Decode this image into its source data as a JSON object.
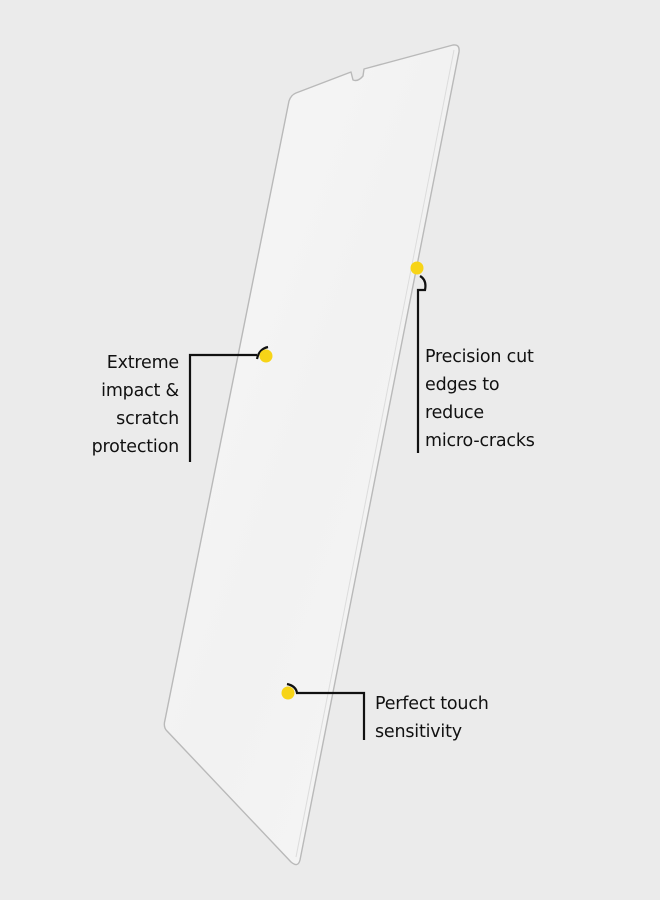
{
  "colors": {
    "background": "#ebebeb",
    "glass_fill": "#f4f4f4",
    "glass_edge": "#b9b9b9",
    "marker_dot": "#f7d417",
    "leader_line": "#111111",
    "text": "#111111"
  },
  "callouts": {
    "impact": {
      "lines": [
        "Extreme",
        "impact &",
        "scratch",
        "protection"
      ]
    },
    "edges": {
      "lines": [
        "Precision cut",
        "edges to",
        "reduce",
        "micro-cracks"
      ]
    },
    "touch": {
      "lines": [
        "Perfect touch",
        "sensitivity"
      ]
    }
  }
}
